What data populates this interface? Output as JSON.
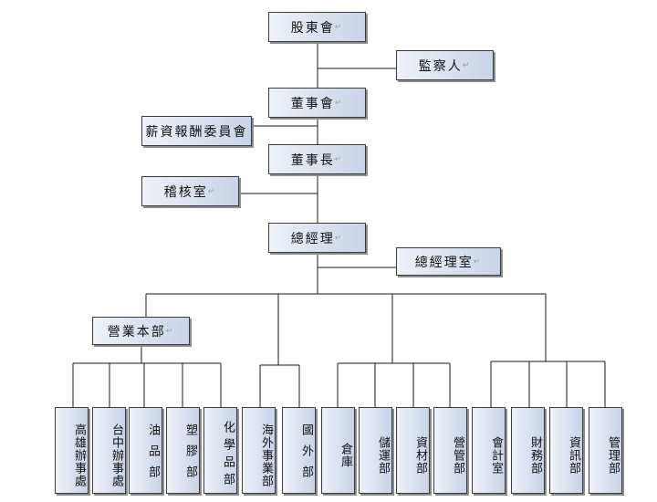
{
  "colors": {
    "line": "#1a1a1a",
    "box_light": "#eef2f9",
    "box_dark": "#c9d4e8"
  },
  "org_chart": {
    "top": [
      {
        "id": "shareholders",
        "label": "股東會"
      },
      {
        "id": "supervisor",
        "label": "監察人"
      },
      {
        "id": "board",
        "label": "董事會"
      },
      {
        "id": "salary_committee",
        "label": "薪資報酬委員會"
      },
      {
        "id": "chairman",
        "label": "董事長"
      },
      {
        "id": "audit",
        "label": "稽核室"
      },
      {
        "id": "president",
        "label": "總經理"
      },
      {
        "id": "president_office",
        "label": "總經理室"
      },
      {
        "id": "sales_hq",
        "label": "營業本部"
      }
    ],
    "bottom": [
      {
        "id": "kaohsiung",
        "label": "高雄辦事處"
      },
      {
        "id": "taichung",
        "label": "台中辦事處"
      },
      {
        "id": "oil",
        "label": "油品部"
      },
      {
        "id": "plastic",
        "label": "塑膠部"
      },
      {
        "id": "chemical",
        "label": "化學品部"
      },
      {
        "id": "overseas",
        "label": "海外事業部"
      },
      {
        "id": "foreign",
        "label": "國外部"
      },
      {
        "id": "warehouse",
        "label": "倉庫"
      },
      {
        "id": "logistics",
        "label": "儲運部"
      },
      {
        "id": "materials",
        "label": "資材部"
      },
      {
        "id": "operations",
        "label": "營管部"
      },
      {
        "id": "accounting",
        "label": "會計室"
      },
      {
        "id": "finance",
        "label": "財務部"
      },
      {
        "id": "it",
        "label": "資訊部"
      },
      {
        "id": "admin",
        "label": "管理部"
      }
    ]
  }
}
